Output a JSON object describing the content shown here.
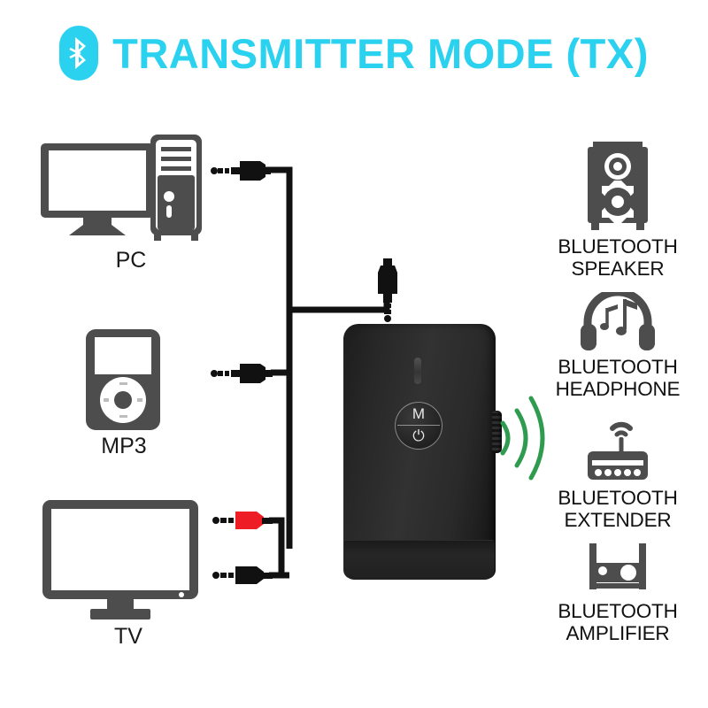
{
  "header": {
    "title": "TRANSMITTER MODE (TX)",
    "bluetooth_icon": "bluetooth-icon",
    "title_color": "#2ad2ef"
  },
  "colors": {
    "title_cyan": "#2ad2ef",
    "device_black": "#2a2a2a",
    "icon_gray": "#4d4d4d",
    "cable_black": "#111111",
    "rca_red": "#ee1c25",
    "signal_green": "#2e9b4f",
    "background": "#ffffff",
    "text_black": "#111111"
  },
  "sources": [
    {
      "id": "pc",
      "label": "PC",
      "icon": "desktop-computer-icon",
      "connector": "aux-plug-3.5mm"
    },
    {
      "id": "mp3",
      "label": "MP3",
      "icon": "mp3-player-icon",
      "connector": "aux-plug-3.5mm"
    },
    {
      "id": "tv",
      "label": "TV",
      "icon": "television-icon",
      "connector": "rca-plug-pair"
    }
  ],
  "device": {
    "name": "bluetooth-transmitter",
    "button_mode_label": "M",
    "button_power_glyph": "⏻",
    "led_indicator": "led-indicator",
    "side_button": "volume-side-button",
    "signal": "bluetooth-signal-waves"
  },
  "targets": [
    {
      "id": "speaker",
      "icon": "bluetooth-speaker-icon",
      "label": "BLUETOOTH\nSPEAKER"
    },
    {
      "id": "headphone",
      "icon": "bluetooth-headphone-icon",
      "label": "BLUETOOTH\nHEADPHONE"
    },
    {
      "id": "extender",
      "icon": "bluetooth-extender-icon",
      "label": "BLUETOOTH\nEXTENDER"
    },
    {
      "id": "amplifier",
      "icon": "bluetooth-amplifier-icon",
      "label": "BLUETOOTH\nAMPLIFIER"
    }
  ]
}
